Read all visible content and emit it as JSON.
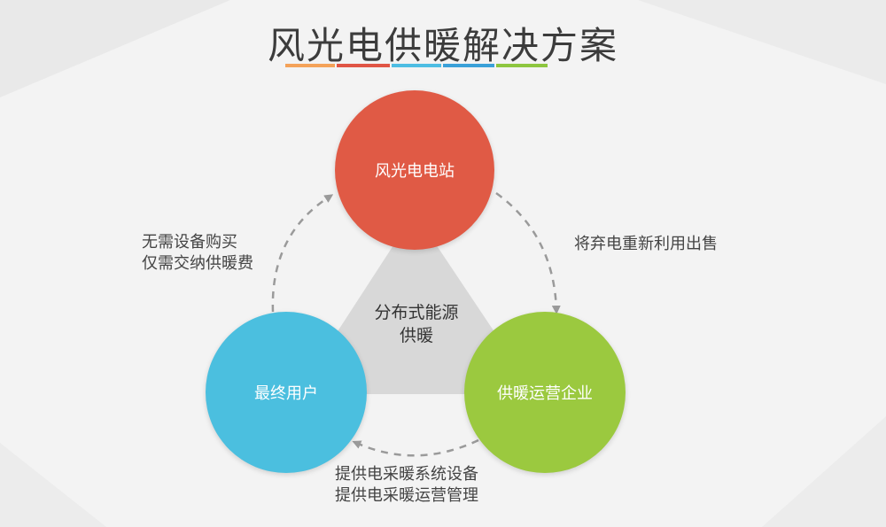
{
  "title": "风光电供暖解决方案",
  "colors": {
    "underline": [
      "#f4a259",
      "#e05545",
      "#4dbde3",
      "#3aa0d8",
      "#8dc63f"
    ],
    "node_top": "#e05a45",
    "node_left": "#4bbfdf",
    "node_right": "#9bc93f",
    "triangle": "#d8d8d8",
    "arrow": "#9a9a9a"
  },
  "nodes": {
    "top": "风光电电站",
    "left": "最终用户",
    "right": "供暖运营企业"
  },
  "center": {
    "line1": "分布式能源",
    "line2": "供暖"
  },
  "notes": {
    "left": {
      "line1": "无需设备购买",
      "line2": "仅需交纳供暖费"
    },
    "right": {
      "line1": "将弃电重新利用出售"
    },
    "bottom": {
      "line1": "提供电采暖系统设备",
      "line2": "提供电采暖运营管理"
    }
  }
}
